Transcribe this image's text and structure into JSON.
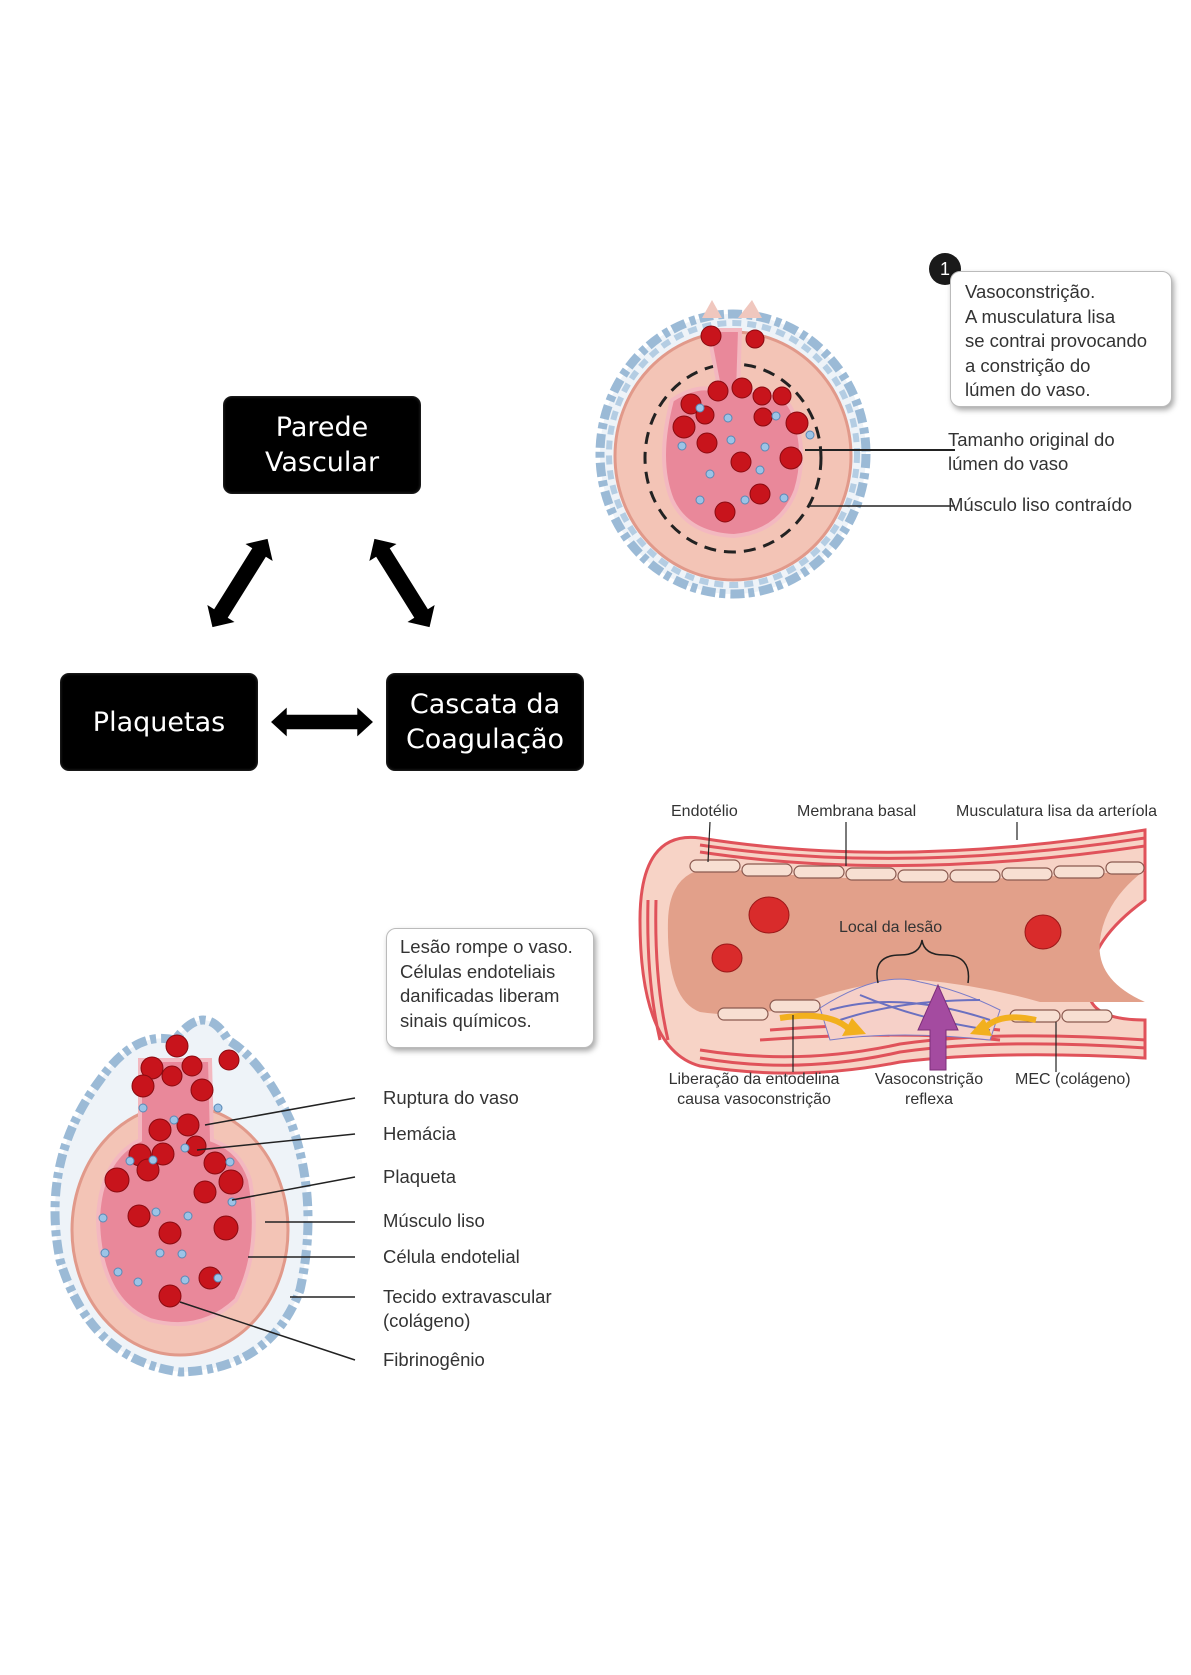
{
  "triangle_diagram": {
    "nodes": [
      {
        "id": "parede",
        "lines": [
          "Parede",
          "Vascular"
        ]
      },
      {
        "id": "plaquetas",
        "lines": [
          "Plaquetas"
        ]
      },
      {
        "id": "cascata",
        "lines": [
          "Cascata da",
          "Coagulação"
        ]
      }
    ],
    "arrows": [
      {
        "from": "parede",
        "to": "plaquetas",
        "type": "bidirectional"
      },
      {
        "from": "parede",
        "to": "cascata",
        "type": "bidirectional"
      },
      {
        "from": "plaquetas",
        "to": "cascata",
        "type": "bidirectional"
      }
    ]
  },
  "figure_vasoconstriction": {
    "step_number": "1",
    "callout_lines": [
      "Vasoconstrição.",
      "A musculatura lisa",
      "se contrai provocando",
      "a constrição do",
      "lúmen do vaso."
    ],
    "labels": [
      {
        "lines": [
          "Tamanho original do",
          "lúmen do vaso"
        ]
      },
      {
        "lines": [
          "Músculo liso contraído"
        ]
      }
    ]
  },
  "figure_arteriole": {
    "top_labels": [
      "Endotélio",
      "Membrana basal",
      "Musculatura lisa da arteríola"
    ],
    "injury_label": "Local da lesão",
    "bottom_labels": [
      {
        "lines": [
          "Liberação da entodelina",
          "causa vasoconstrição"
        ]
      },
      {
        "lines": [
          "Vasoconstrição",
          "reflexa"
        ]
      },
      {
        "lines": [
          "MEC (colágeno)"
        ]
      }
    ],
    "colors": {
      "reflex_arrow": "#a44ba0",
      "endothelin_arrow": "#f2b01e",
      "lumen": "#e2a08a",
      "muscle": "#e0525a"
    }
  },
  "figure_rupture": {
    "callout_lines": [
      "Lesão rompe o vaso.",
      "Células endoteliais",
      "danificadas liberam",
      "sinais químicos."
    ],
    "labels": [
      {
        "lines": [
          "Ruptura do vaso"
        ]
      },
      {
        "lines": [
          "Hemácia"
        ]
      },
      {
        "lines": [
          "Plaqueta"
        ]
      },
      {
        "lines": [
          "Músculo liso"
        ]
      },
      {
        "lines": [
          "Célula endotelial"
        ]
      },
      {
        "lines": [
          "Tecido extravascular",
          "(colágeno)"
        ]
      },
      {
        "lines": [
          "Fibrinogênio"
        ]
      }
    ]
  }
}
